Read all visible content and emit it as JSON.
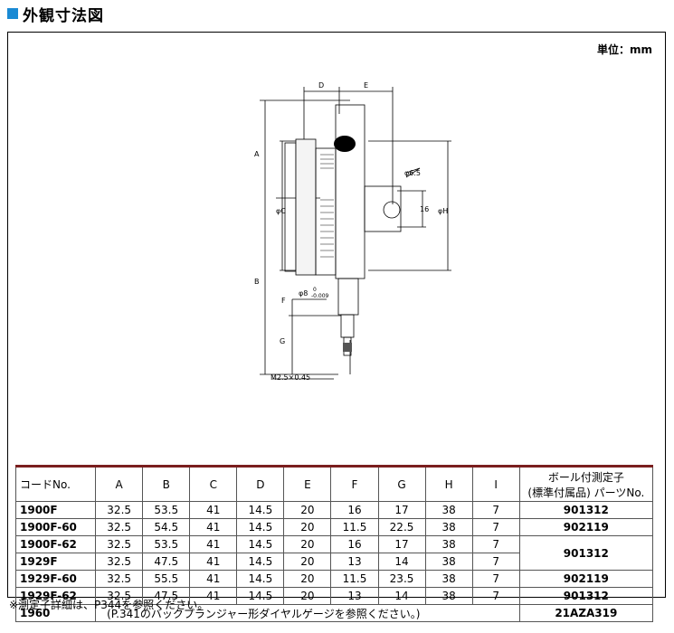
{
  "header": {
    "title": "外観寸法図"
  },
  "unit_label": "単位：mm",
  "drawing_labels": {
    "D": "D",
    "E": "E",
    "A": "A",
    "B": "B",
    "F": "F",
    "G": "G",
    "phiC": "φC",
    "phiH": "φH",
    "phi65": "φ6.5",
    "dim16": "16",
    "phi8": "φ8",
    "tol_upper": "0",
    "tol_lower": "-0.009",
    "thread": "M2.5×0.45"
  },
  "table": {
    "headers": [
      "コードNo.",
      "A",
      "B",
      "C",
      "D",
      "E",
      "F",
      "G",
      "H",
      "I",
      "ボール付測定子",
      "(標準付属品) パーツNo."
    ],
    "rows": [
      {
        "code": "1900F",
        "A": "32.5",
        "B": "53.5",
        "C": "41",
        "D": "14.5",
        "E": "20",
        "F": "16",
        "G": "17",
        "H": "38",
        "I": "7",
        "part": "901312"
      },
      {
        "code": "1900F-60",
        "A": "32.5",
        "B": "54.5",
        "C": "41",
        "D": "14.5",
        "E": "20",
        "F": "11.5",
        "G": "22.5",
        "H": "38",
        "I": "7",
        "part": "902119"
      },
      {
        "code": "1900F-62",
        "A": "32.5",
        "B": "53.5",
        "C": "41",
        "D": "14.5",
        "E": "20",
        "F": "16",
        "G": "17",
        "H": "38",
        "I": "7",
        "part": "901312"
      },
      {
        "code": "1929F",
        "A": "32.5",
        "B": "47.5",
        "C": "41",
        "D": "14.5",
        "E": "20",
        "F": "13",
        "G": "14",
        "H": "38",
        "I": "7"
      },
      {
        "code": "1929F-60",
        "A": "32.5",
        "B": "55.5",
        "C": "41",
        "D": "14.5",
        "E": "20",
        "F": "11.5",
        "G": "23.5",
        "H": "38",
        "I": "7",
        "part": "902119"
      },
      {
        "code": "1929F-62",
        "A": "32.5",
        "B": "47.5",
        "C": "41",
        "D": "14.5",
        "E": "20",
        "F": "13",
        "G": "14",
        "H": "38",
        "I": "7",
        "part": "901312"
      }
    ],
    "row_1960": {
      "code": "1960",
      "note": "(P.341のバックプランジャー形ダイヤルゲージを参照ください。)",
      "part": "21AZA319"
    }
  },
  "footnote": "※測定子詳細は、P344を参照ください。"
}
